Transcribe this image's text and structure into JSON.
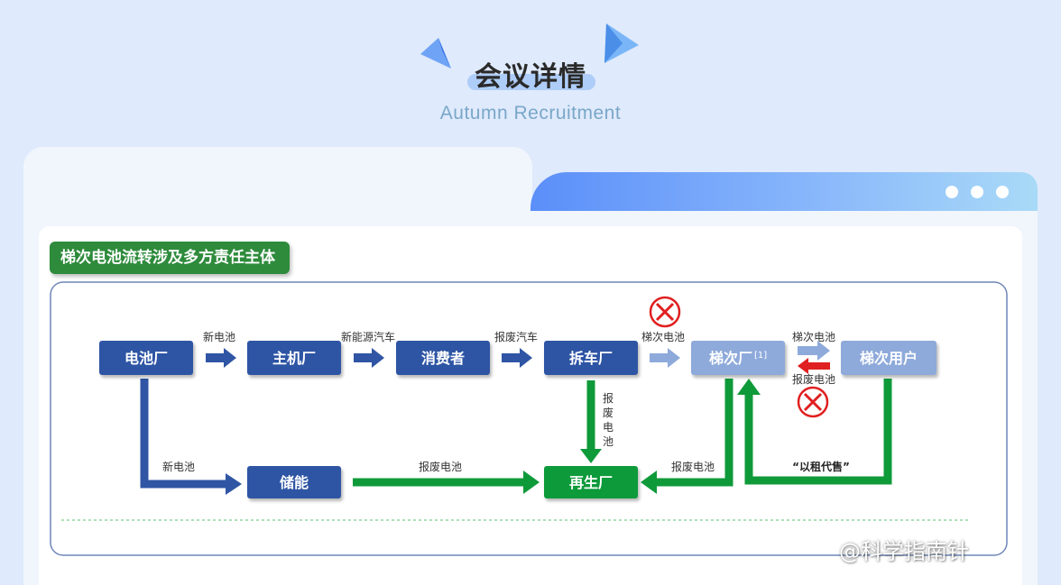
{
  "header": {
    "title": "会议详情",
    "subtitle": "Autumn Recruitment"
  },
  "window_dots": 3,
  "section": {
    "label": "梯次电池流转涉及多方责任主体"
  },
  "diagram": {
    "nodes": {
      "battery_factory": "电池厂",
      "oem": "主机厂",
      "consumer": "消费者",
      "dismantler": "拆车厂",
      "echelon_factory": "梯次厂",
      "echelon_factory_sup": "[1]",
      "echelon_user": "梯次用户",
      "storage": "储能",
      "recycler": "再生厂"
    },
    "edges": {
      "e1": "新电池",
      "e2": "新能源汽车",
      "e3": "报废汽车",
      "e4": "梯次电池",
      "e5": "梯次电池",
      "e6": "报废电池",
      "e7": "新电池",
      "e8": "报废电池",
      "e9_chars": [
        "报",
        "废",
        "电",
        "池"
      ],
      "e10": "报废电池",
      "e11": "“以租代售”"
    },
    "colors": {
      "dark_blue": "#2f55a4",
      "light_blue": "#8eaadb",
      "green": "#0f9a3a",
      "red": "#e02020"
    }
  },
  "watermark": "@科学指南针"
}
